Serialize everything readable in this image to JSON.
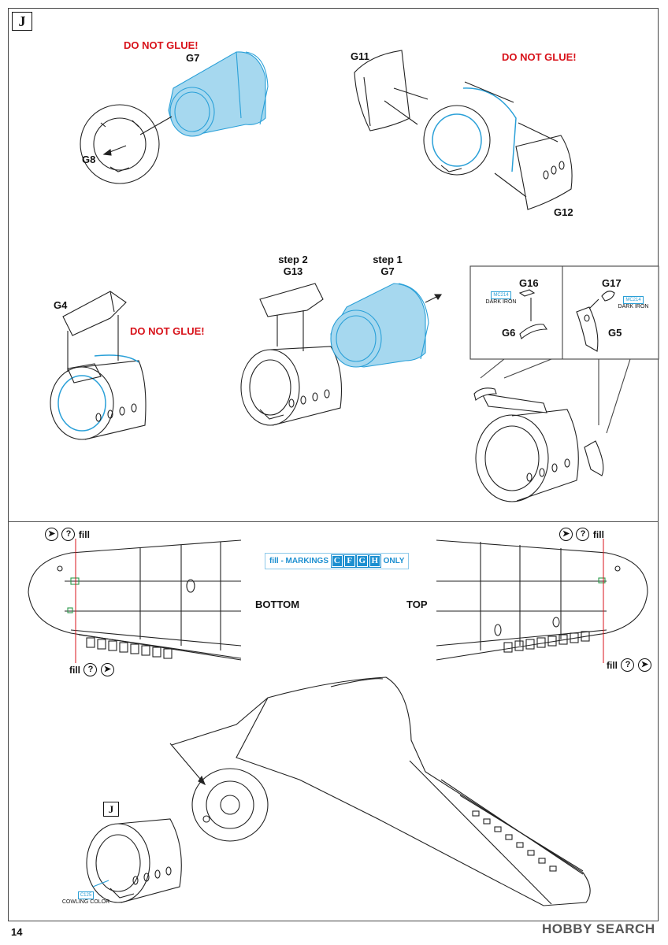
{
  "step_marker": "J",
  "page_number": "14",
  "watermark": "HOBBY SEARCH",
  "warnings": {
    "a": "DO NOT GLUE!",
    "b": "DO NOT GLUE!",
    "c": "DO NOT GLUE!"
  },
  "parts": {
    "g7_a": "G7",
    "g8": "G8",
    "g11": "G11",
    "g12": "G12",
    "g4": "G4",
    "g16": "G16",
    "g6": "G6",
    "g17": "G17",
    "g5": "G5"
  },
  "steps": {
    "step2": "step 2",
    "step2_part": "G13",
    "step1": "step 1",
    "step1_part": "G7"
  },
  "colors_callout": {
    "code_left": "MC214",
    "name_left": "DARK IRON",
    "code_right": "MC214",
    "name_right": "DARK IRON",
    "code_cowl": "C125",
    "name_cowl": "COWLING COLOR"
  },
  "fill_note": {
    "prefix": "fill - MARKINGS",
    "markings": [
      "C",
      "F",
      "G",
      "H"
    ],
    "suffix": "ONLY"
  },
  "views": {
    "bottom": "BOTTOM",
    "top": "TOP"
  },
  "fill_labels": {
    "tl": "fill",
    "bl": "fill",
    "tr": "fill",
    "br": "fill",
    "q": "?",
    "arrow": "➤"
  },
  "palette": {
    "clear_part": "#9fd5ee",
    "clear_stroke": "#2aa0d8",
    "warning": "#d8131b",
    "accent_blue": "#1c8fd0"
  }
}
